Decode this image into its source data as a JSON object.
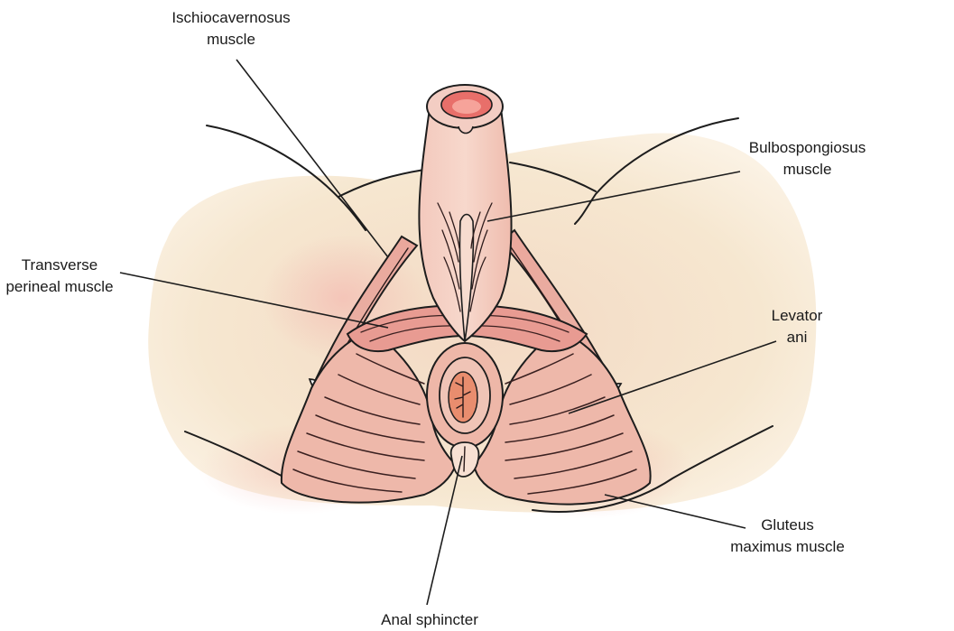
{
  "labels": {
    "ischiocavernosus": [
      "Ischiocavernosus",
      "muscle"
    ],
    "bulbospongiosus": [
      "Bulbospongiosus",
      "muscle"
    ],
    "transverse": [
      "Transverse",
      "perineal muscle"
    ],
    "levator": [
      "Levator",
      "ani"
    ],
    "gluteus": [
      "Gluteus",
      "maximus muscle"
    ],
    "anal": [
      "Anal sphincter"
    ]
  },
  "colors": {
    "skin_wash": "#f6e6cf",
    "muscle_fill": "#eebfb2",
    "muscle_deep": "#e79a90",
    "accent_red": "#e35b57",
    "ink": "#1d1d1d"
  }
}
